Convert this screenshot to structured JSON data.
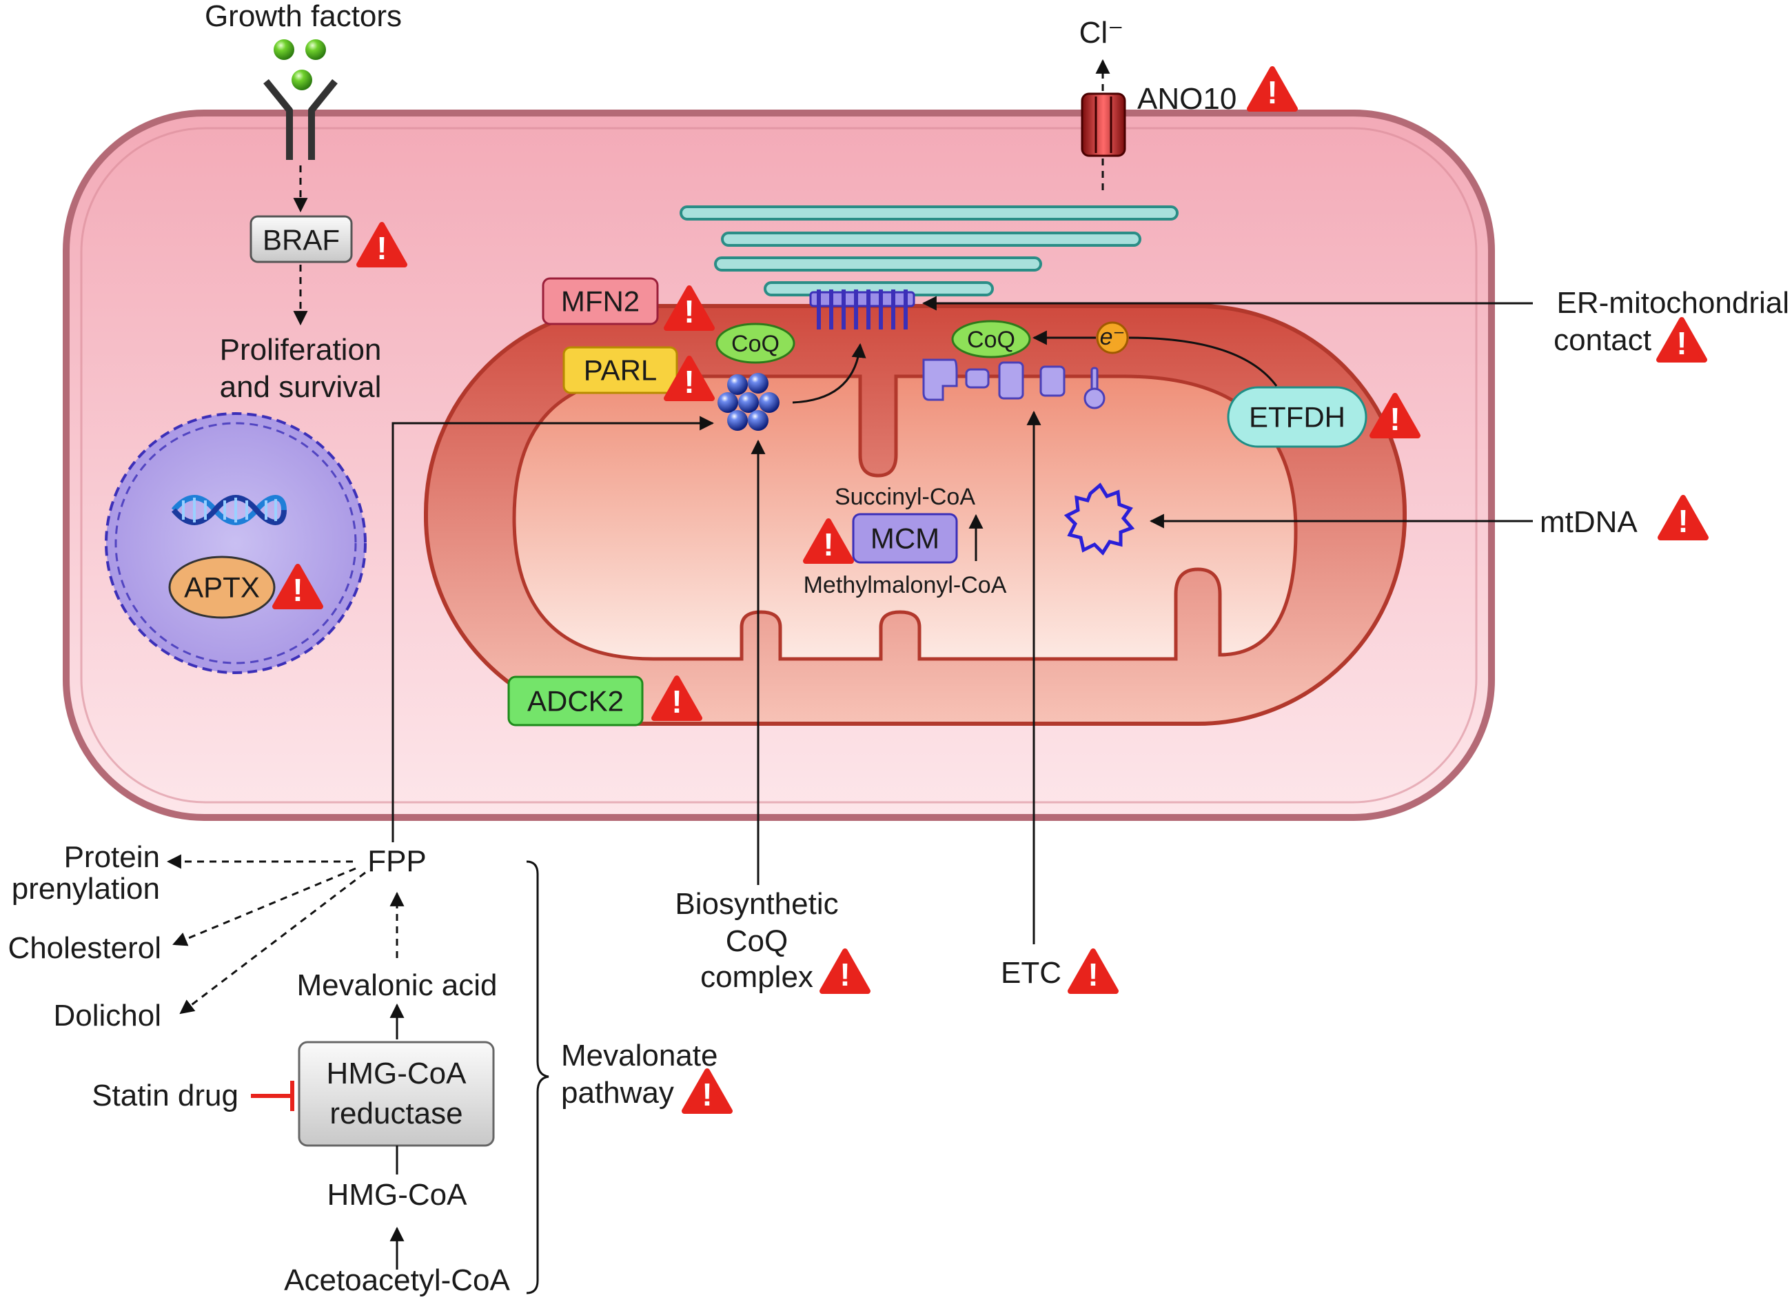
{
  "labels": {
    "growth_factors": "Growth factors",
    "braf": "BRAF",
    "proliferation_line1": "Proliferation",
    "proliferation_line2": "and survival",
    "aptx": "APTX",
    "chloride": "Cl⁻",
    "ano10": "ANO10",
    "mfn2": "MFN2",
    "parl": "PARL",
    "coq_left": "CoQ",
    "coq_right": "CoQ",
    "electron": "e⁻",
    "etfdh": "ETFDH",
    "succinyl_coa": "Succinyl-CoA",
    "mcm": "MCM",
    "methylmalonyl_coa": "Methylmalonyl-CoA",
    "adck2": "ADCK2",
    "er_contact_line1": "ER-mitochondrial",
    "er_contact_line2": "contact",
    "mtdna": "mtDNA",
    "biosynthetic_line1": "Biosynthetic",
    "biosynthetic_line2": "CoQ",
    "biosynthetic_line3": "complex",
    "etc": "ETC",
    "fpp": "FPP",
    "protein_prenylation_line1": "Protein",
    "protein_prenylation_line2": "prenylation",
    "cholesterol": "Cholesterol",
    "dolichol": "Dolichol",
    "mevalonic_acid": "Mevalonic acid",
    "statin_drug": "Statin drug",
    "hmg_reductase_line1": "HMG-CoA",
    "hmg_reductase_line2": "reductase",
    "hmg_coa": "HMG-CoA",
    "acetoacetyl_coa": "Acetoacetyl-CoA",
    "mevalonate_line1": "Mevalonate",
    "mevalonate_line2": "pathway",
    "warning_mark": "!"
  },
  "colors": {
    "cell_fill": "#f5bcc7",
    "cell_border": "#b46a76",
    "mito_outer": "#de6a58",
    "mito_inner": "#f4b4a0",
    "nucleus": "#b8a8e8",
    "warning": "#e8231c",
    "braf_box": "#c8c8c8",
    "mfn2_box": "#f07f8a",
    "parl_box": "#f7d23a",
    "adck2_box": "#68dc5e",
    "etfdh_box": "#8fe6df",
    "mcm_box": "#a898e8",
    "aptx_box": "#f0b070",
    "coq_fill": "#7ed64a",
    "er": "#92d4d0",
    "statin_inhibit": "#e8231c"
  }
}
